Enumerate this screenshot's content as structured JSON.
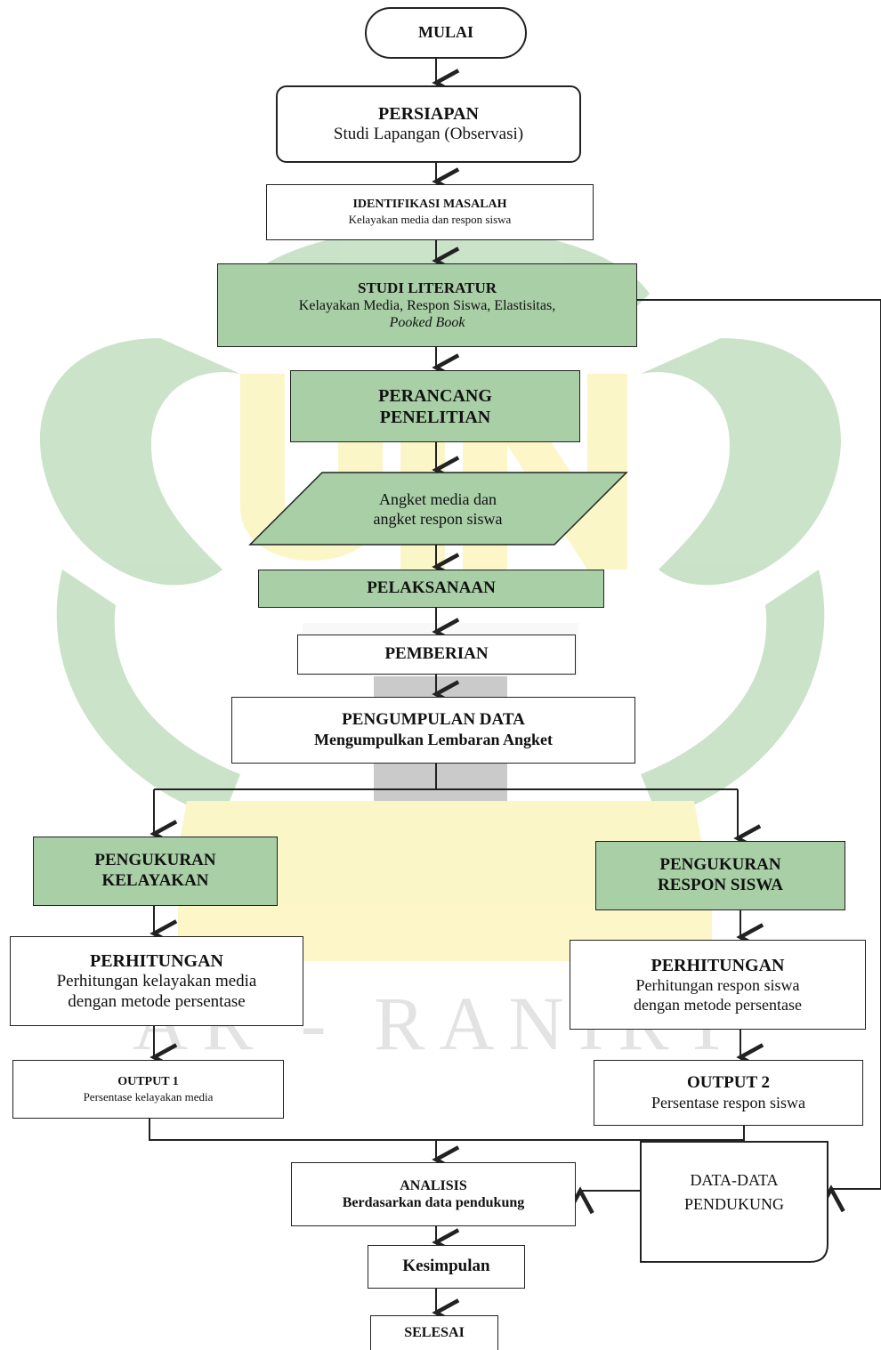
{
  "watermark": {
    "text": "AR - RANIRY",
    "colors": {
      "green": "#3f9a3c",
      "yellow": "#f3df3c",
      "grey": "#c8c8c8"
    }
  },
  "colors": {
    "box_fill_green": "#a8cfa6",
    "box_fill_white": "#ffffff",
    "stroke": "#222222"
  },
  "nodes": {
    "start": {
      "text": "MULAI"
    },
    "persiapan": {
      "title": "PERSIAPAN",
      "subtitle": "Studi Lapangan (Observasi)"
    },
    "identifikasi": {
      "title": "IDENTIFIKASI MASALAH",
      "subtitle": "Kelayakan media dan respon siswa"
    },
    "literatur": {
      "title": "STUDI LITERATUR",
      "subtitle": "Kelayakan Media, Respon Siswa, Elastisitas,",
      "subtitle2": "Pooked Book"
    },
    "perancang": {
      "line1": "PERANCANG",
      "line2": "PENELITIAN"
    },
    "angket": {
      "line1": "Angket media dan",
      "line2": "angket respon siswa"
    },
    "pelaksanaan": {
      "text": "PELAKSANAAN"
    },
    "pemberian": {
      "text": "PEMBERIAN"
    },
    "pengumpulan": {
      "title": "PENGUMPULAN DATA",
      "subtitle": "Mengumpulkan Lembaran Angket"
    },
    "ukur_kelayakan": {
      "line1": "PENGUKURAN",
      "line2": "KELAYAKAN"
    },
    "ukur_respon": {
      "line1": "PENGUKURAN",
      "line2": "RESPON SISWA"
    },
    "hitung_kelayakan": {
      "title": "PERHITUNGAN",
      "line1": "Perhitungan kelayakan media",
      "line2": "dengan metode persentase"
    },
    "hitung_respon": {
      "title": "PERHITUNGAN",
      "line1": "Perhitungan respon siswa",
      "line2": "dengan metode persentase"
    },
    "output1": {
      "title": "OUTPUT 1",
      "subtitle": "Persentase kelayakan media"
    },
    "output2": {
      "title": "OUTPUT 2",
      "subtitle": "Persentase respon siswa"
    },
    "analisis": {
      "title": "ANALISIS",
      "subtitle": "Berdasarkan data pendukung"
    },
    "data_pendukung": {
      "line1": "DATA-DATA",
      "line2": "PENDUKUNG"
    },
    "kesimpulan": {
      "text": "Kesimpulan"
    },
    "selesai": {
      "text": "SELESAI"
    }
  }
}
